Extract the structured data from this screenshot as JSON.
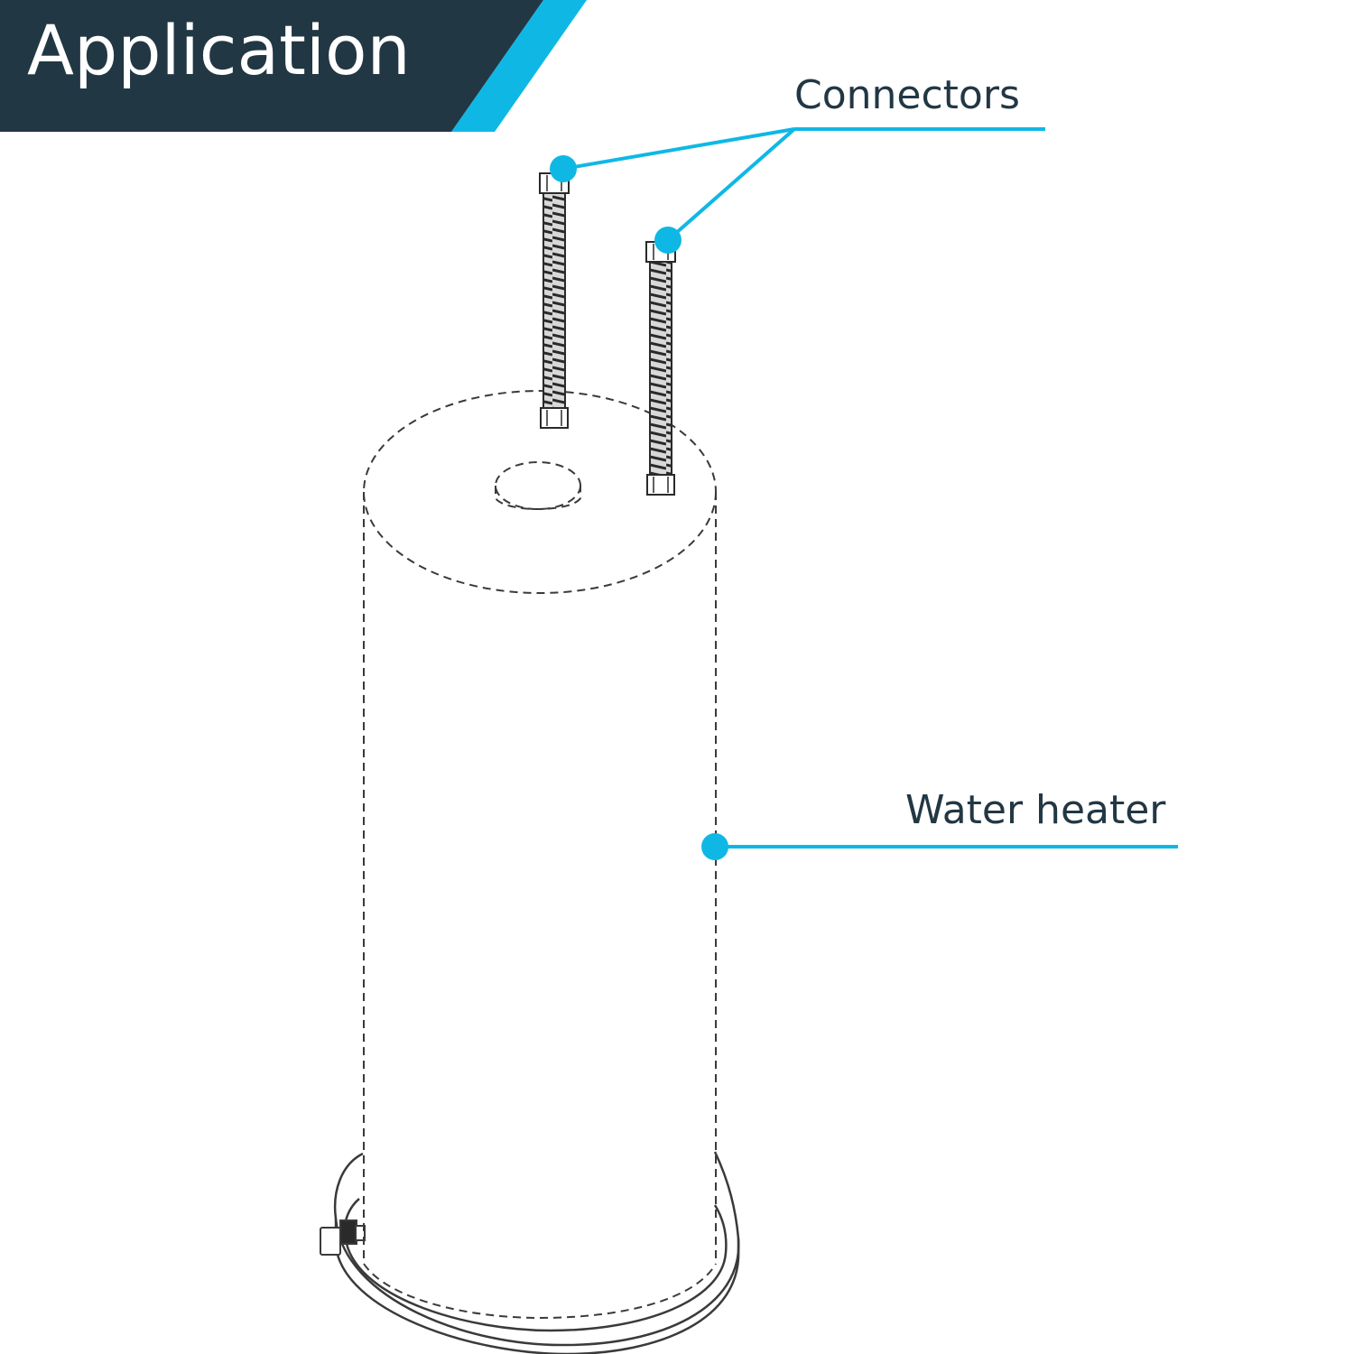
{
  "header": {
    "title": "Application"
  },
  "callouts": {
    "connectors": "Connectors",
    "water_heater": "Water heater"
  },
  "colors": {
    "dark_navy": "#223744",
    "accent_cyan": "#0fb8e4",
    "line_drawing": "#3a3a3a",
    "background": "#ffffff"
  }
}
